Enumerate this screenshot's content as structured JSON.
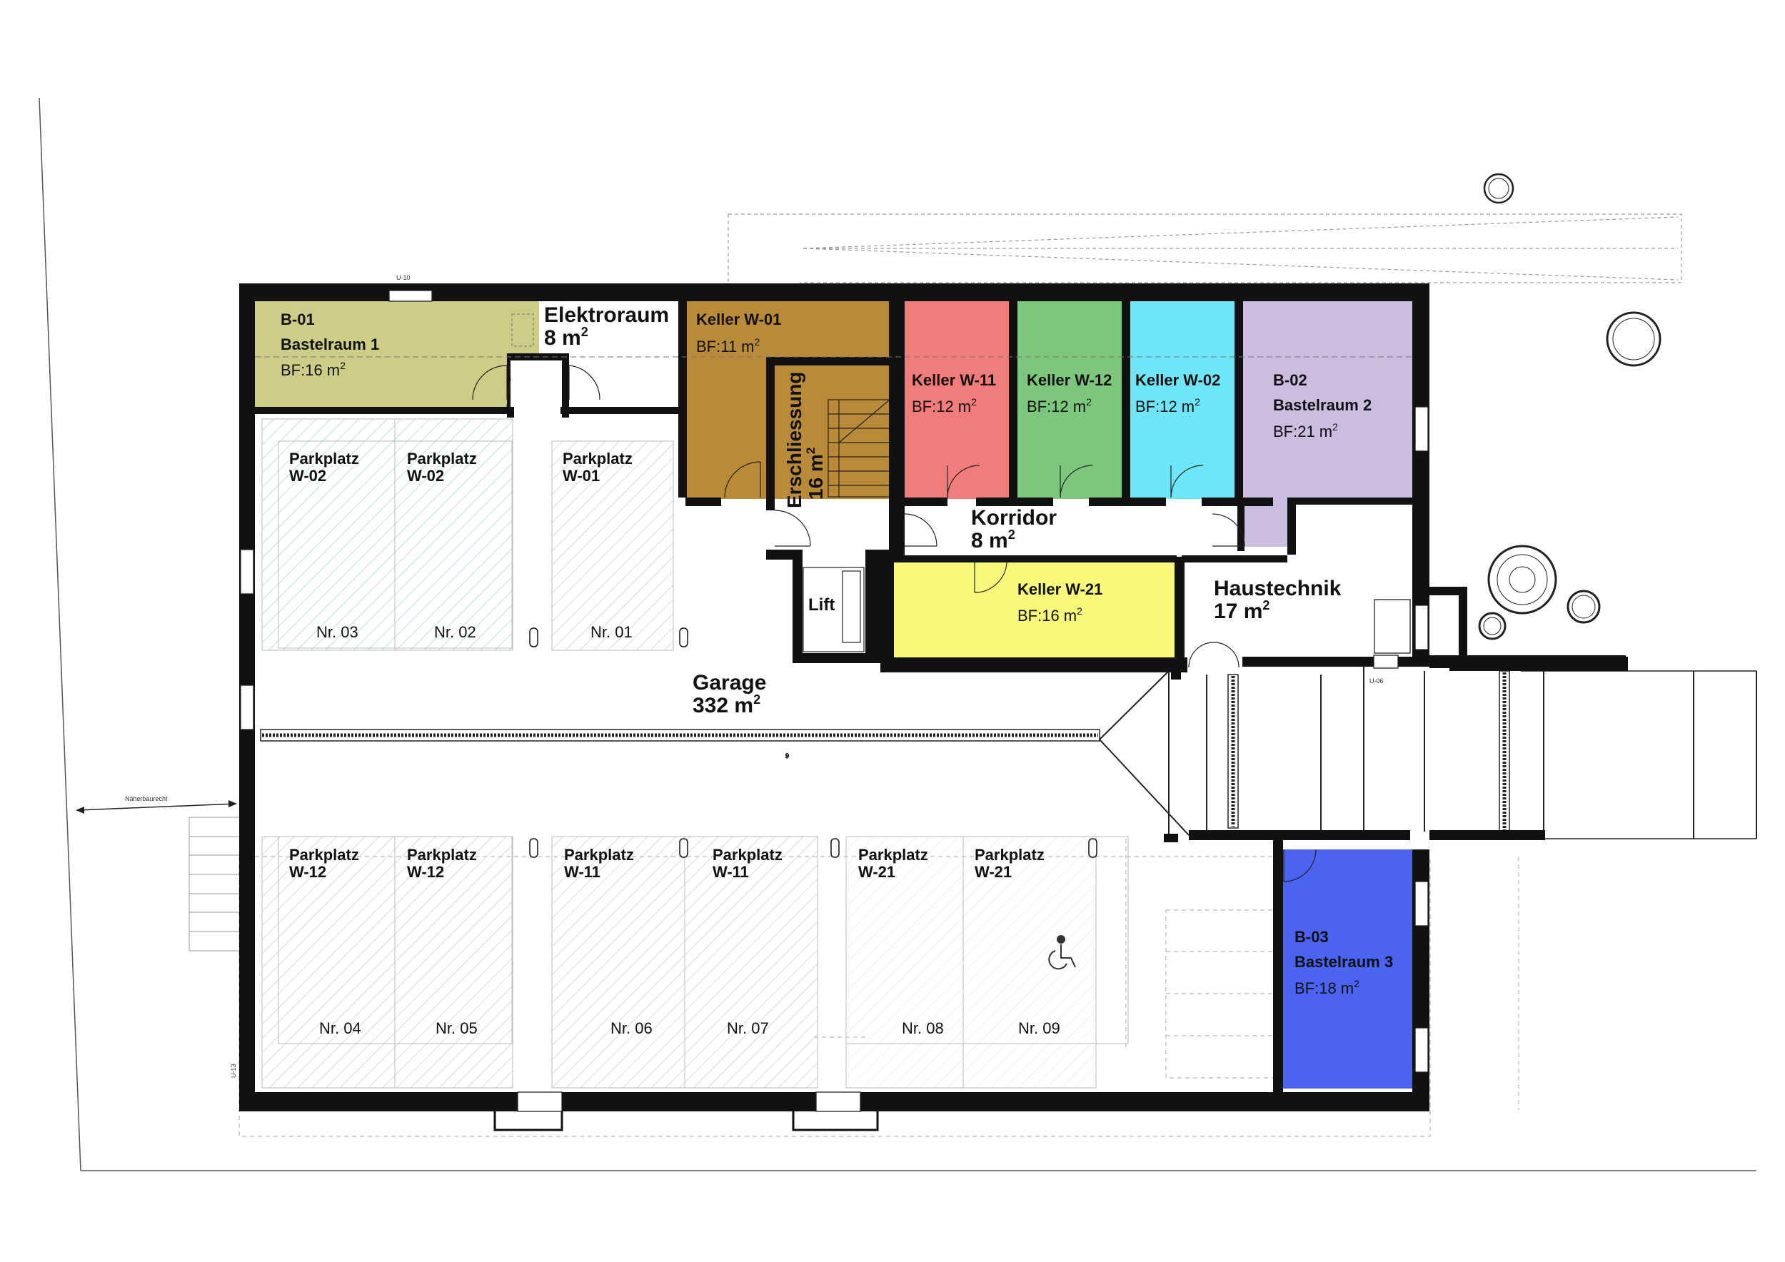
{
  "colors": {
    "bastel1": "#cdcd88",
    "keller_w01": "#b98b39",
    "keller_w11": "#f07d7b",
    "keller_w12": "#7dc77d",
    "keller_w02": "#6fe6f8",
    "bastel2": "#cbbde0",
    "keller_w21": "#f8f87a",
    "bastel3": "#4a63f0",
    "wall": "#111111"
  },
  "rooms": {
    "b01": {
      "code": "B-01",
      "name": "Bastelraum 1",
      "area_prefix": "BF:16 m",
      "area_exp": "2"
    },
    "elektro": {
      "name": "Elektroraum",
      "area_prefix": "8 m",
      "area_exp": "2"
    },
    "keller_w01": {
      "name": "Keller W-01",
      "area_prefix": "BF:11 m",
      "area_exp": "2"
    },
    "erschliessung": {
      "name": "Erschliessung",
      "area_prefix": "16 m",
      "area_exp": "2"
    },
    "keller_w11": {
      "name": "Keller W-11",
      "area_prefix": "BF:12 m",
      "area_exp": "2"
    },
    "keller_w12": {
      "name": "Keller W-12",
      "area_prefix": "BF:12 m",
      "area_exp": "2"
    },
    "keller_w02": {
      "name": "Keller W-02",
      "area_prefix": "BF:12 m",
      "area_exp": "2"
    },
    "b02": {
      "code": "B-02",
      "name": "Bastelraum 2",
      "area_prefix": "BF:21 m",
      "area_exp": "2"
    },
    "korridor": {
      "name": "Korridor",
      "area_prefix": "8 m",
      "area_exp": "2"
    },
    "lift": {
      "name": "Lift"
    },
    "keller_w21": {
      "name": "Keller W-21",
      "area_prefix": "BF:16 m",
      "area_exp": "2"
    },
    "haustechnik": {
      "name": "Haustechnik",
      "area_prefix": "17 m",
      "area_exp": "2"
    },
    "garage": {
      "name": "Garage",
      "area_prefix": "332 m",
      "area_exp": "2"
    },
    "b03": {
      "code": "B-03",
      "name": "Bastelraum 3",
      "area_prefix": "BF:18 m",
      "area_exp": "2"
    }
  },
  "parking_top": [
    {
      "label": "Parkplatz",
      "owner": "W-02",
      "nr": "Nr. 03"
    },
    {
      "label": "Parkplatz",
      "owner": "W-02",
      "nr": "Nr. 02"
    },
    {
      "label": "Parkplatz",
      "owner": "W-01",
      "nr": "Nr. 01"
    }
  ],
  "parking_bottom": [
    {
      "label": "Parkplatz",
      "owner": "W-12",
      "nr": "Nr. 04"
    },
    {
      "label": "Parkplatz",
      "owner": "W-12",
      "nr": "Nr. 05"
    },
    {
      "label": "Parkplatz",
      "owner": "W-11",
      "nr": "Nr. 06"
    },
    {
      "label": "Parkplatz",
      "owner": "W-11",
      "nr": "Nr. 07"
    },
    {
      "label": "Parkplatz",
      "owner": "W-21",
      "nr": "Nr. 08"
    },
    {
      "label": "Parkplatz",
      "owner": "W-21",
      "nr": "Nr. 09"
    }
  ],
  "small_labels": {
    "u10": "U-10",
    "u06": "U-06",
    "u13": "U-13",
    "naeherbaurecht": "Näherbaurecht",
    "gutter_mark": "9"
  },
  "icons": {
    "accessible": "wheelchair-icon",
    "tree": "tree-icon"
  }
}
